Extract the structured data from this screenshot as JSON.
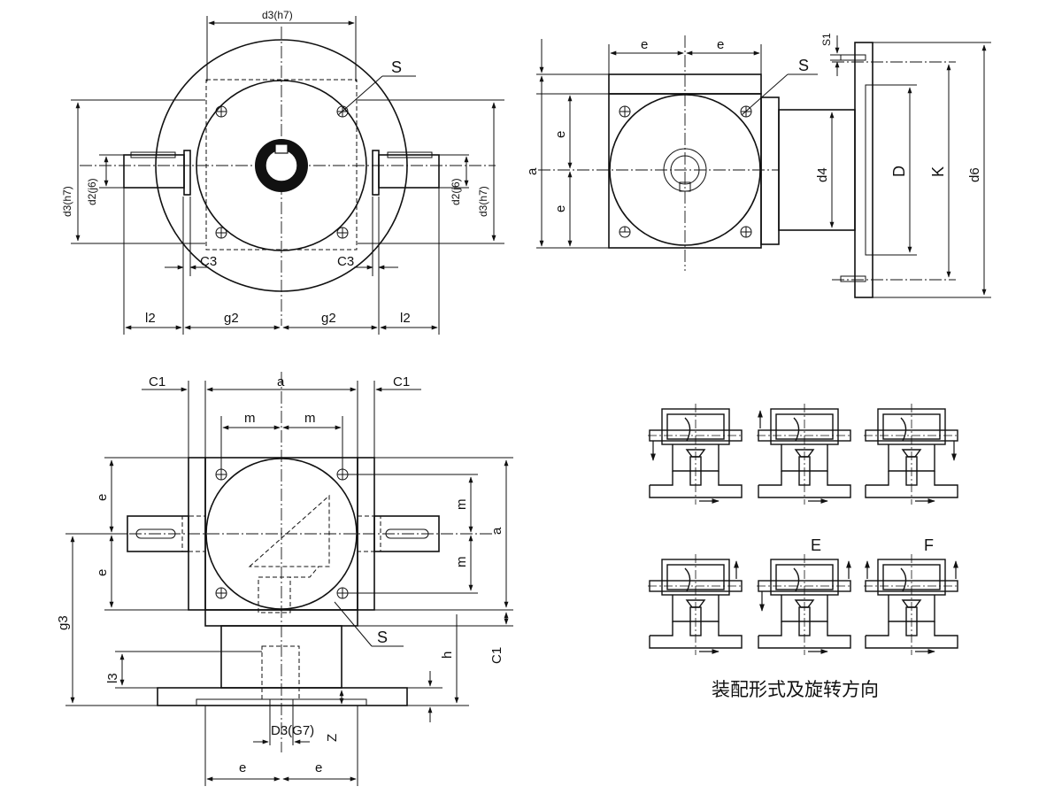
{
  "caption": "装配形式及旋转方向",
  "colors": {
    "line": "#111111",
    "background": "#ffffff"
  },
  "view_top": {
    "d3_top": "d3(h7)",
    "S": "S",
    "d3_left": "d3(h7)",
    "d2_left": "d2(j6)",
    "d2_right": "d2(j6)",
    "d3_right": "d3(h7)",
    "C3_left": "C3",
    "C3_right": "C3",
    "l2_left": "l2",
    "g2_left": "g2",
    "g2_right": "g2",
    "l2_right": "l2"
  },
  "view_side": {
    "e1": "e",
    "e2": "e",
    "S1": "S1",
    "S": "S",
    "a": "a",
    "e3": "e",
    "e4": "e",
    "d4": "d4",
    "D": "D",
    "K": "K",
    "d6": "d6"
  },
  "view_front": {
    "C1_left": "C1",
    "a_top": "a",
    "C1_right": "C1",
    "m1": "m",
    "m2": "m",
    "e_left1": "e",
    "e_left2": "e",
    "m_right1": "m",
    "m_right2": "m",
    "a_right": "a",
    "g3": "g3",
    "S": "S",
    "h": "h",
    "C1_vert": "C1",
    "l3": "l3",
    "D3": "D3(G7)",
    "Z": "Z",
    "e_bot1": "e",
    "e_bot2": "e"
  },
  "assembly": {
    "label_E": "E",
    "label_F": "F"
  }
}
